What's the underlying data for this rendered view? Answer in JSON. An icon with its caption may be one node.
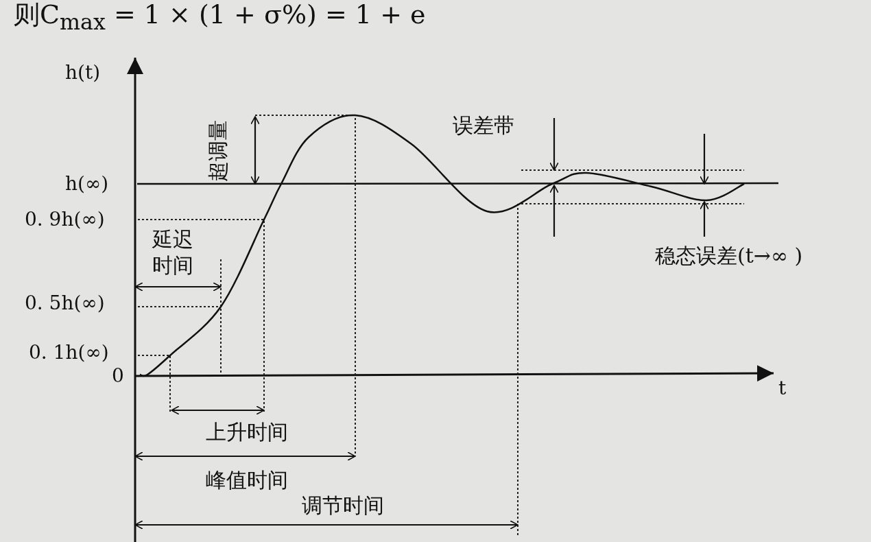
{
  "diagram": {
    "labels": [
      "则C$_{max}$ = 1 × (1 + σ%) = 1 + e",
      "h(t)",
      "超调量",
      "误差带",
      "h(∞)",
      "0. 9h(∞)",
      "延迟时间",
      "稳态误差(t→∞ )",
      "0. 5h(∞)",
      "0. 1h(∞)",
      "0",
      "t",
      "上升时间",
      "峰值时间",
      "调节时间"
    ]
  }
}
